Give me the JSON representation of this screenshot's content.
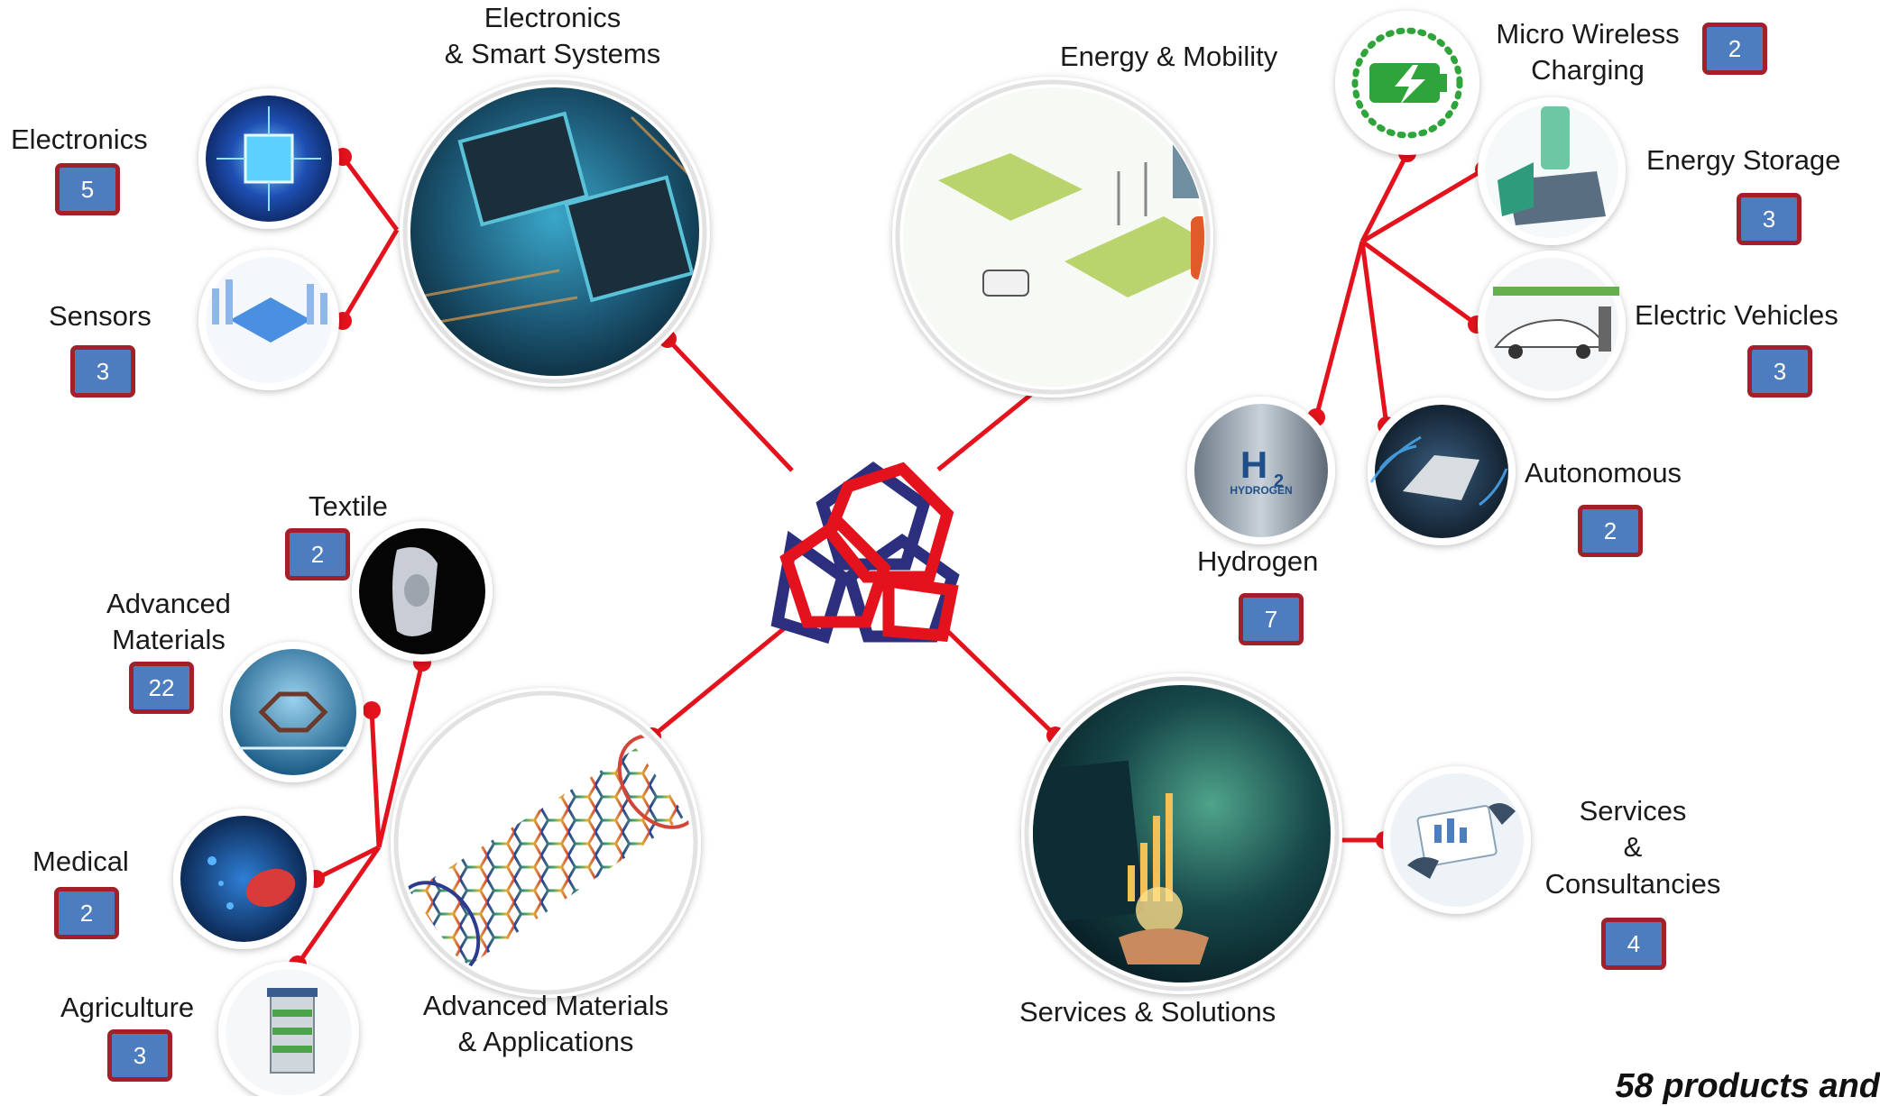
{
  "hubs": {
    "electronics": "Electronics\n& Smart Systems",
    "energy": "Energy & Mobility",
    "materials": "Advanced Materials\n& Applications",
    "services": "Services & Solutions"
  },
  "categories": {
    "electronics": {
      "label": "Electronics",
      "count": "5"
    },
    "sensors": {
      "label": "Sensors",
      "count": "3"
    },
    "wireless": {
      "label": "Micro Wireless\nCharging",
      "count": "2"
    },
    "storage": {
      "label": "Energy Storage",
      "count": "3"
    },
    "ev": {
      "label": "Electric Vehicles",
      "count": "3"
    },
    "autonomous": {
      "label": "Autonomous",
      "count": "2"
    },
    "hydrogen": {
      "label": "Hydrogen",
      "count": "7"
    },
    "textile": {
      "label": "Textile",
      "count": "2"
    },
    "advmat": {
      "label": "Advanced\nMaterials",
      "count": "22"
    },
    "medical": {
      "label": "Medical",
      "count": "2"
    },
    "agriculture": {
      "label": "Agriculture",
      "count": "3"
    },
    "consult": {
      "label": "Services\n&\nConsultancies",
      "count": "4"
    }
  },
  "hydrogen_icon_text": "H2 HYDROGEN",
  "footnote": "58 products and",
  "colors": {
    "connector": "#e3121c",
    "badge_fill": "#4d7dbf",
    "badge_border": "#a31f2a",
    "logo_blue": "#2c2f7e",
    "logo_red": "#e3121c"
  }
}
